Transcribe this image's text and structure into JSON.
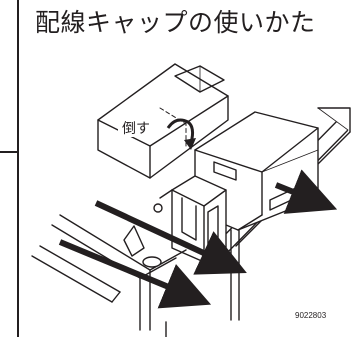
{
  "title": "配線キャップの使いかた",
  "callout_label": "倒す",
  "figure_code": "9022803",
  "colors": {
    "line": "#231f20",
    "background": "#ffffff"
  },
  "icons": [
    "tilt-arrow-icon",
    "pull-arrow-icon"
  ]
}
